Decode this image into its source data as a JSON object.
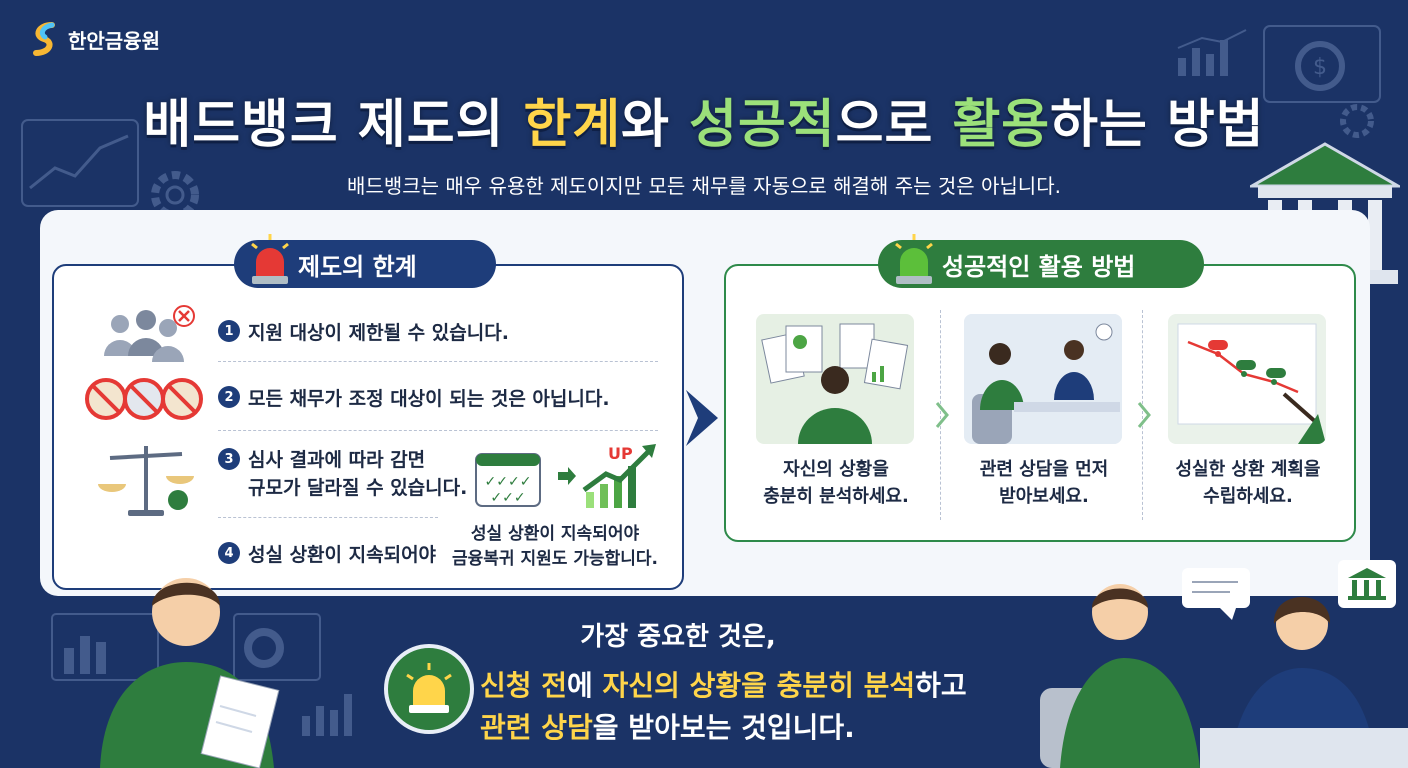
{
  "brand": {
    "name": "한안금융원"
  },
  "title": {
    "part1": "배드뱅크",
    "part2": " 제도의 ",
    "part3": "한계",
    "part4": "와 ",
    "part5": "성공적",
    "part6": "으로 ",
    "part7": "활용",
    "part8": "하는 방법"
  },
  "subtitle": "배드뱅크는 매우 유용한 제도이지만 모든 채무를 자동으로 해결해 주는 것은 아닙니다.",
  "limits": {
    "heading": "제도의 한계",
    "items": [
      {
        "num": "1",
        "text": "지원 대상이 제한될 수 있습니다."
      },
      {
        "num": "2",
        "text": "모든 채무가 조정 대상이 되는 것은 아닙니다."
      },
      {
        "num": "3",
        "text_line1": "심사 결과에 따라 감면",
        "text_line2": "규모가 달라질 수 있습니다."
      },
      {
        "num": "4",
        "text": "성실 상환이 지속되어야"
      }
    ],
    "note_line1": "성실 상환이 지속되어야",
    "note_line2": "금융복귀 지원도 가능합니다.",
    "up_label": "UP"
  },
  "success": {
    "heading": "성공적인 활용 방법",
    "steps": [
      {
        "line1": "자신의 상황을",
        "line2": "충분히 분석하세요."
      },
      {
        "line1": "관련 상담을 먼저",
        "line2": "받아보세요."
      },
      {
        "line1": "성실한 상환 계획을",
        "line2": "수립하세요."
      }
    ]
  },
  "bottom": {
    "line1": "가장 중요한 것은,",
    "l2_a": "신청 전",
    "l2_b": "에 ",
    "l2_c": "자신의 상황을 충분히 분석",
    "l2_d": "하고",
    "l3_a": "관련 상담",
    "l3_b": "을 받아보는 것입니다."
  },
  "colors": {
    "navy": "#1b3366",
    "green": "#2e7d3e",
    "yellow": "#ffd54a",
    "alarm_red": "#e53935"
  }
}
